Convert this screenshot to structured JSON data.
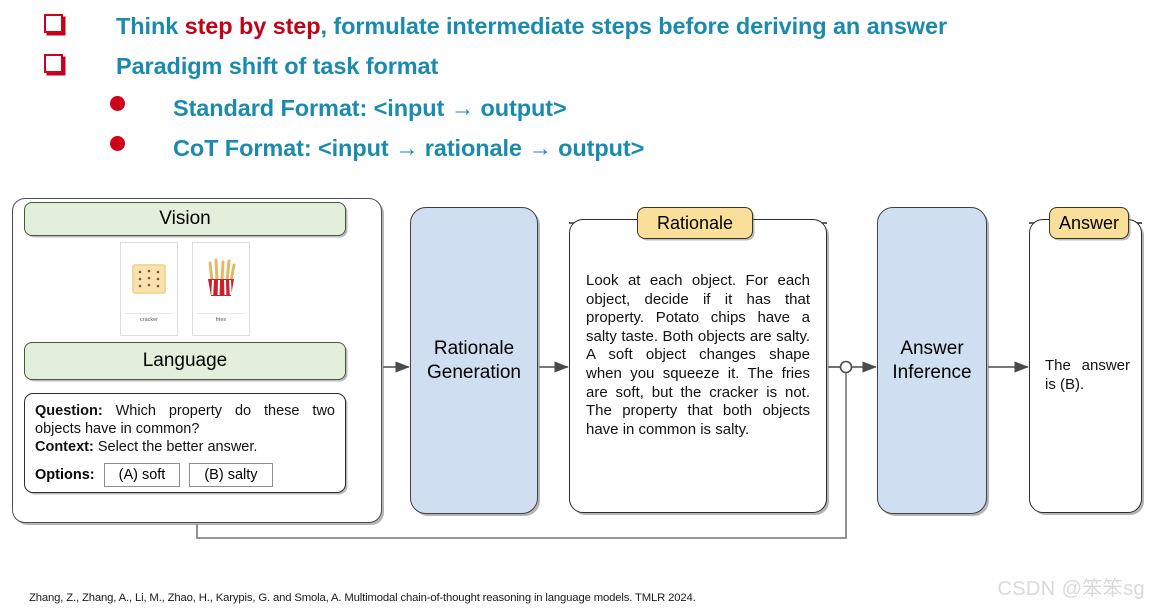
{
  "header": {
    "bullets": [
      {
        "marker": "square-bullet",
        "level": 1,
        "segments": [
          {
            "text": "Think ",
            "emphasis": false
          },
          {
            "text": "step by step",
            "emphasis": true
          },
          {
            "text": ", formulate intermediate steps before deriving an answer",
            "emphasis": false
          }
        ],
        "plain": "Think step by step, formulate intermediate steps before deriving an answer"
      },
      {
        "marker": "square-bullet",
        "level": 1,
        "plain": "Paradigm shift of task format"
      },
      {
        "marker": "dot-bullet",
        "level": 2,
        "plain": "Standard Format: <input → output>"
      },
      {
        "marker": "dot-bullet",
        "level": 2,
        "plain": "CoT Format: <input → rationale → output>"
      }
    ],
    "colors": {
      "accent_teal": "#1b8bad",
      "accent_red": "#c00418",
      "bullet_red": "#d0021b"
    }
  },
  "diagram": {
    "input_panel": {
      "vision_header": "Vision",
      "language_header": "Language",
      "images": [
        {
          "caption": "cracker",
          "icon": "cracker-image"
        },
        {
          "caption": "fries",
          "icon": "fries-image"
        }
      ],
      "question_label": "Question:",
      "question_text": " Which property do these two objects have in common?",
      "context_label": "Context:",
      "context_text": " Select the better answer.",
      "options_label": "Options:",
      "options": [
        "(A) soft",
        "(B) salty"
      ]
    },
    "rationale_generation": {
      "line1": "Rationale",
      "line2": "Generation"
    },
    "rationale_panel": {
      "tab": "Rationale",
      "text": "Look at each object. For each object, decide if it has that property. Potato chips have a salty taste. Both objects are salty. A soft object changes shape when you squeeze it. The fries are soft, but the cracker is not. The property that both objects have in common is salty."
    },
    "answer_inference": {
      "line1": "Answer",
      "line2": "Inference"
    },
    "answer_panel": {
      "tab": "Answer",
      "text": "The answer is (B)."
    },
    "colors": {
      "process_fill": "#cfdef0",
      "modality_fill": "#e3efda",
      "tab_fill": "#fadf9a",
      "stroke": "#404040"
    }
  },
  "footer": {
    "citation": "Zhang, Z., Zhang, A., Li, M., Zhao, H., Karypis, G. and Smola, A. Multimodal chain-of-thought reasoning in language models. TMLR 2024.",
    "watermark": "CSDN @笨笨sg"
  }
}
